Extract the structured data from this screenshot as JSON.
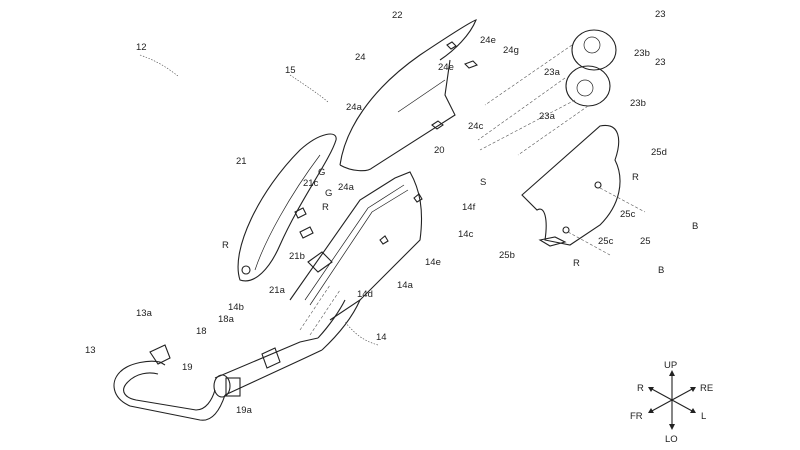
{
  "labels": {
    "l12": "12",
    "l22": "22",
    "l24": "24",
    "l24e_1": "24e",
    "l24g": "24g",
    "l24e_2": "24e",
    "l15": "15",
    "l24a_1": "24a",
    "l24a_2": "24a",
    "l24c": "24c",
    "l21": "21",
    "lG_1": "G",
    "l21c": "21c",
    "lG_2": "G",
    "lR_1": "R",
    "l20": "20",
    "l14f": "14f",
    "l14c": "14c",
    "l21b": "21b",
    "lR_2": "R",
    "l14e": "14e",
    "l14a": "14a",
    "l14d": "14d",
    "l21a": "21a",
    "l14b": "14b",
    "l18a": "18a",
    "l18": "18",
    "l13a": "13a",
    "l13": "13",
    "l19": "19",
    "l19a": "19a",
    "l14": "14",
    "lS": "S",
    "l23_1": "23",
    "l23b_1": "23b",
    "l23a_1": "23a",
    "l23_2": "23",
    "l23b_2": "23b",
    "l23a_2": "23a",
    "l25d": "25d",
    "lR_3": "R",
    "l25c_1": "25c",
    "lB_1": "B",
    "l25c_2": "25c",
    "l25": "25",
    "l25b": "25b",
    "lR_4": "R",
    "lB_2": "B"
  },
  "compass": {
    "up": "UP",
    "lo": "LO",
    "re": "RE",
    "fr": "FR",
    "r": "R",
    "l": "L"
  }
}
